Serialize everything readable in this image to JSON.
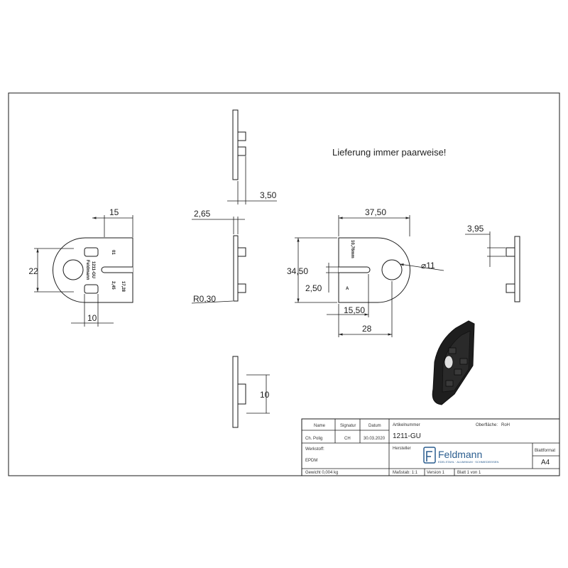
{
  "note": "Lieferung immer paarweise!",
  "dimensions": {
    "front_width": "15",
    "front_height": "22",
    "front_hole_spacing": "10",
    "side_top_thickness": "3,50",
    "side_mid_gap": "2,65",
    "side_mid_radius": "R0,30",
    "side_bottom_height": "10",
    "back_width": "37,50",
    "back_height": "34,50",
    "back_slot": "2,50",
    "back_hole_pos": "15,50",
    "back_hole_dist": "28",
    "back_hole_dia": "⌀11",
    "right_side_thickness": "3,95"
  },
  "engravings": {
    "front_a": "01",
    "front_b1": "Feldmann",
    "front_b2": "1211-GU",
    "front_c1": "2,45",
    "front_c2": "17,28",
    "back_a": "10,76mm",
    "back_b": "A"
  },
  "title_block": {
    "h_name": "Name",
    "h_signatur": "Signatur",
    "h_datum": "Datum",
    "name": "Ch. Polig",
    "signatur": "CH",
    "datum": "30.03.2020",
    "artikelnummer_label": "Artikelnummer",
    "artikelnummer": "1211-GU",
    "oberflaeche_label": "Oberfläche:",
    "oberflaeche": "RoH",
    "hersteller_label": "Hersteller",
    "werkstoff_label": "Werkstoff:",
    "werkstoff": "EPDM",
    "gewicht": "Gewicht 0,004 kg",
    "massstab": "Maßstab: 1:1",
    "version": "Version 1",
    "blatt": "Blatt 1 von 1",
    "blattformat_label": "Blattformat",
    "blattformat": "A4",
    "logo_name": "Feldmann",
    "logo_tagline": "EDELSTAHL · ALUMINIUM · SCHMIEDEEISEN"
  }
}
